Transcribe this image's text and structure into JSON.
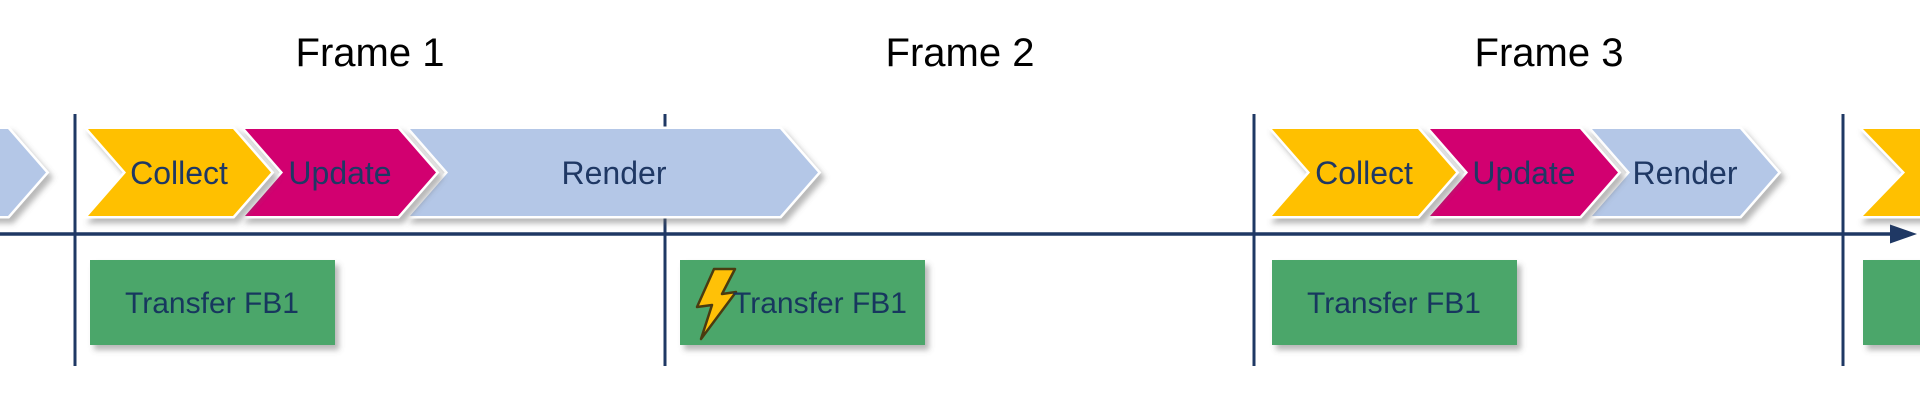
{
  "diagram": {
    "type": "frame-pipeline-timeline",
    "frames": [
      {
        "title": "Frame 1",
        "phases": [
          "Collect",
          "Update",
          "Render"
        ],
        "transfer_label": "Transfer FB1",
        "has_lightning": false
      },
      {
        "title": "Frame 2",
        "phases": [],
        "transfer_label": "Transfer FB1",
        "has_lightning": true
      },
      {
        "title": "Frame 3",
        "phases": [
          "Collect",
          "Update",
          "Render"
        ],
        "transfer_label": "Transfer FB1",
        "has_lightning": false
      }
    ]
  },
  "colors": {
    "collect": "#FFC000",
    "update": "#D20070",
    "render": "#B4C7E7",
    "transfer": "#4CA66B",
    "line": "#1F3864",
    "bolt_fill": "#FFC107",
    "bolt_outline": "#4A3B10",
    "title_text": "#000000",
    "label_text": "#1F3864"
  }
}
